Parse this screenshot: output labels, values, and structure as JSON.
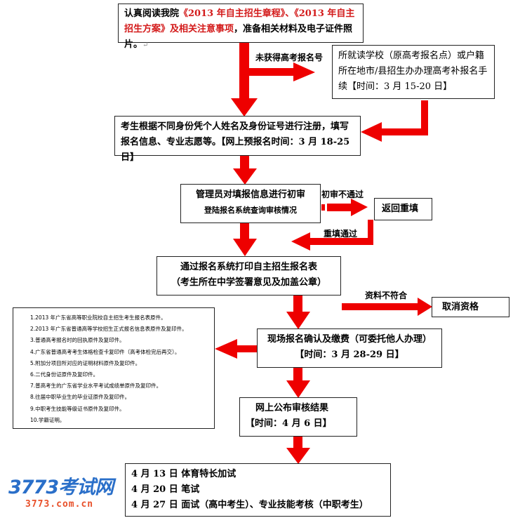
{
  "step1": {
    "prefix": "认真阅读我院",
    "red1": "《2013 年自主招生章程》、《2013 年自主招生方案》及相关注意事项",
    "suffix": "，准备相关材料及电子证件照片。"
  },
  "branch_label": "未获得高考报名号",
  "step2": "所就读学校（原高考报名点）或户籍所在地市/县招生办办理高考补报名手续【时间：3 月 15-20 日】",
  "step3": "考生根据不同身份凭个人姓名及身份证号进行注册，填写报名信息、专业志愿等。【网上预报名时间：3 月 18-25 日】",
  "step4": {
    "line1": "管理员对填报信息进行初审",
    "line2": "登陆报名系统查询审核情况"
  },
  "fail_label": "初审不通过",
  "return_box": "返回重填",
  "refill_label": "重填通过",
  "step5": {
    "line1": "通过报名系统打印自主招生报名表",
    "line2": "（考生所在中学签署意见及加盖公章）"
  },
  "mismatch_label": "资料不符合",
  "cancel_box": "取消资格",
  "materials": [
    "1.2013 年广东省高等职业院校自主招生考生报名表原件。",
    "2.2013 年广东省普通高等学校招生正式报名信息表原件及复印件。",
    "3.普通高考报名时的回执原件及复印件。",
    "4.广东省普通高考考生体格检查卡复印件（高考体检完后再交）。",
    "5.附加分项目所对应的证明材料原件及复印件。",
    "6.二代身份证原件及复印件。",
    "7.普高考生的广东省学业水平考试成绩单原件及复印件。",
    "8.往届中职毕业生的毕业证原件及复印件。",
    "9.中职考生技能等级证书原件及复印件。",
    "10.学籍证明。"
  ],
  "step6": {
    "line1": "现场报名确认及缴费（可委托他人办理）",
    "line2": "【时间：3 月 28-29 日】"
  },
  "step7": {
    "line1": "网上公布审核结果",
    "line2": "【时间：4 月 6 日】"
  },
  "step8": [
    "4 月 13 日 体育特长加试",
    "4 月 20 日 笔试",
    "4 月 27 日 面试（高中考生）、专业技能考核（中职考生）"
  ],
  "logo": {
    "main": "3773考试网",
    "url": "3773.com.cn"
  },
  "colors": {
    "arrow": "#ee0000",
    "text_red": "#d31a1a"
  }
}
